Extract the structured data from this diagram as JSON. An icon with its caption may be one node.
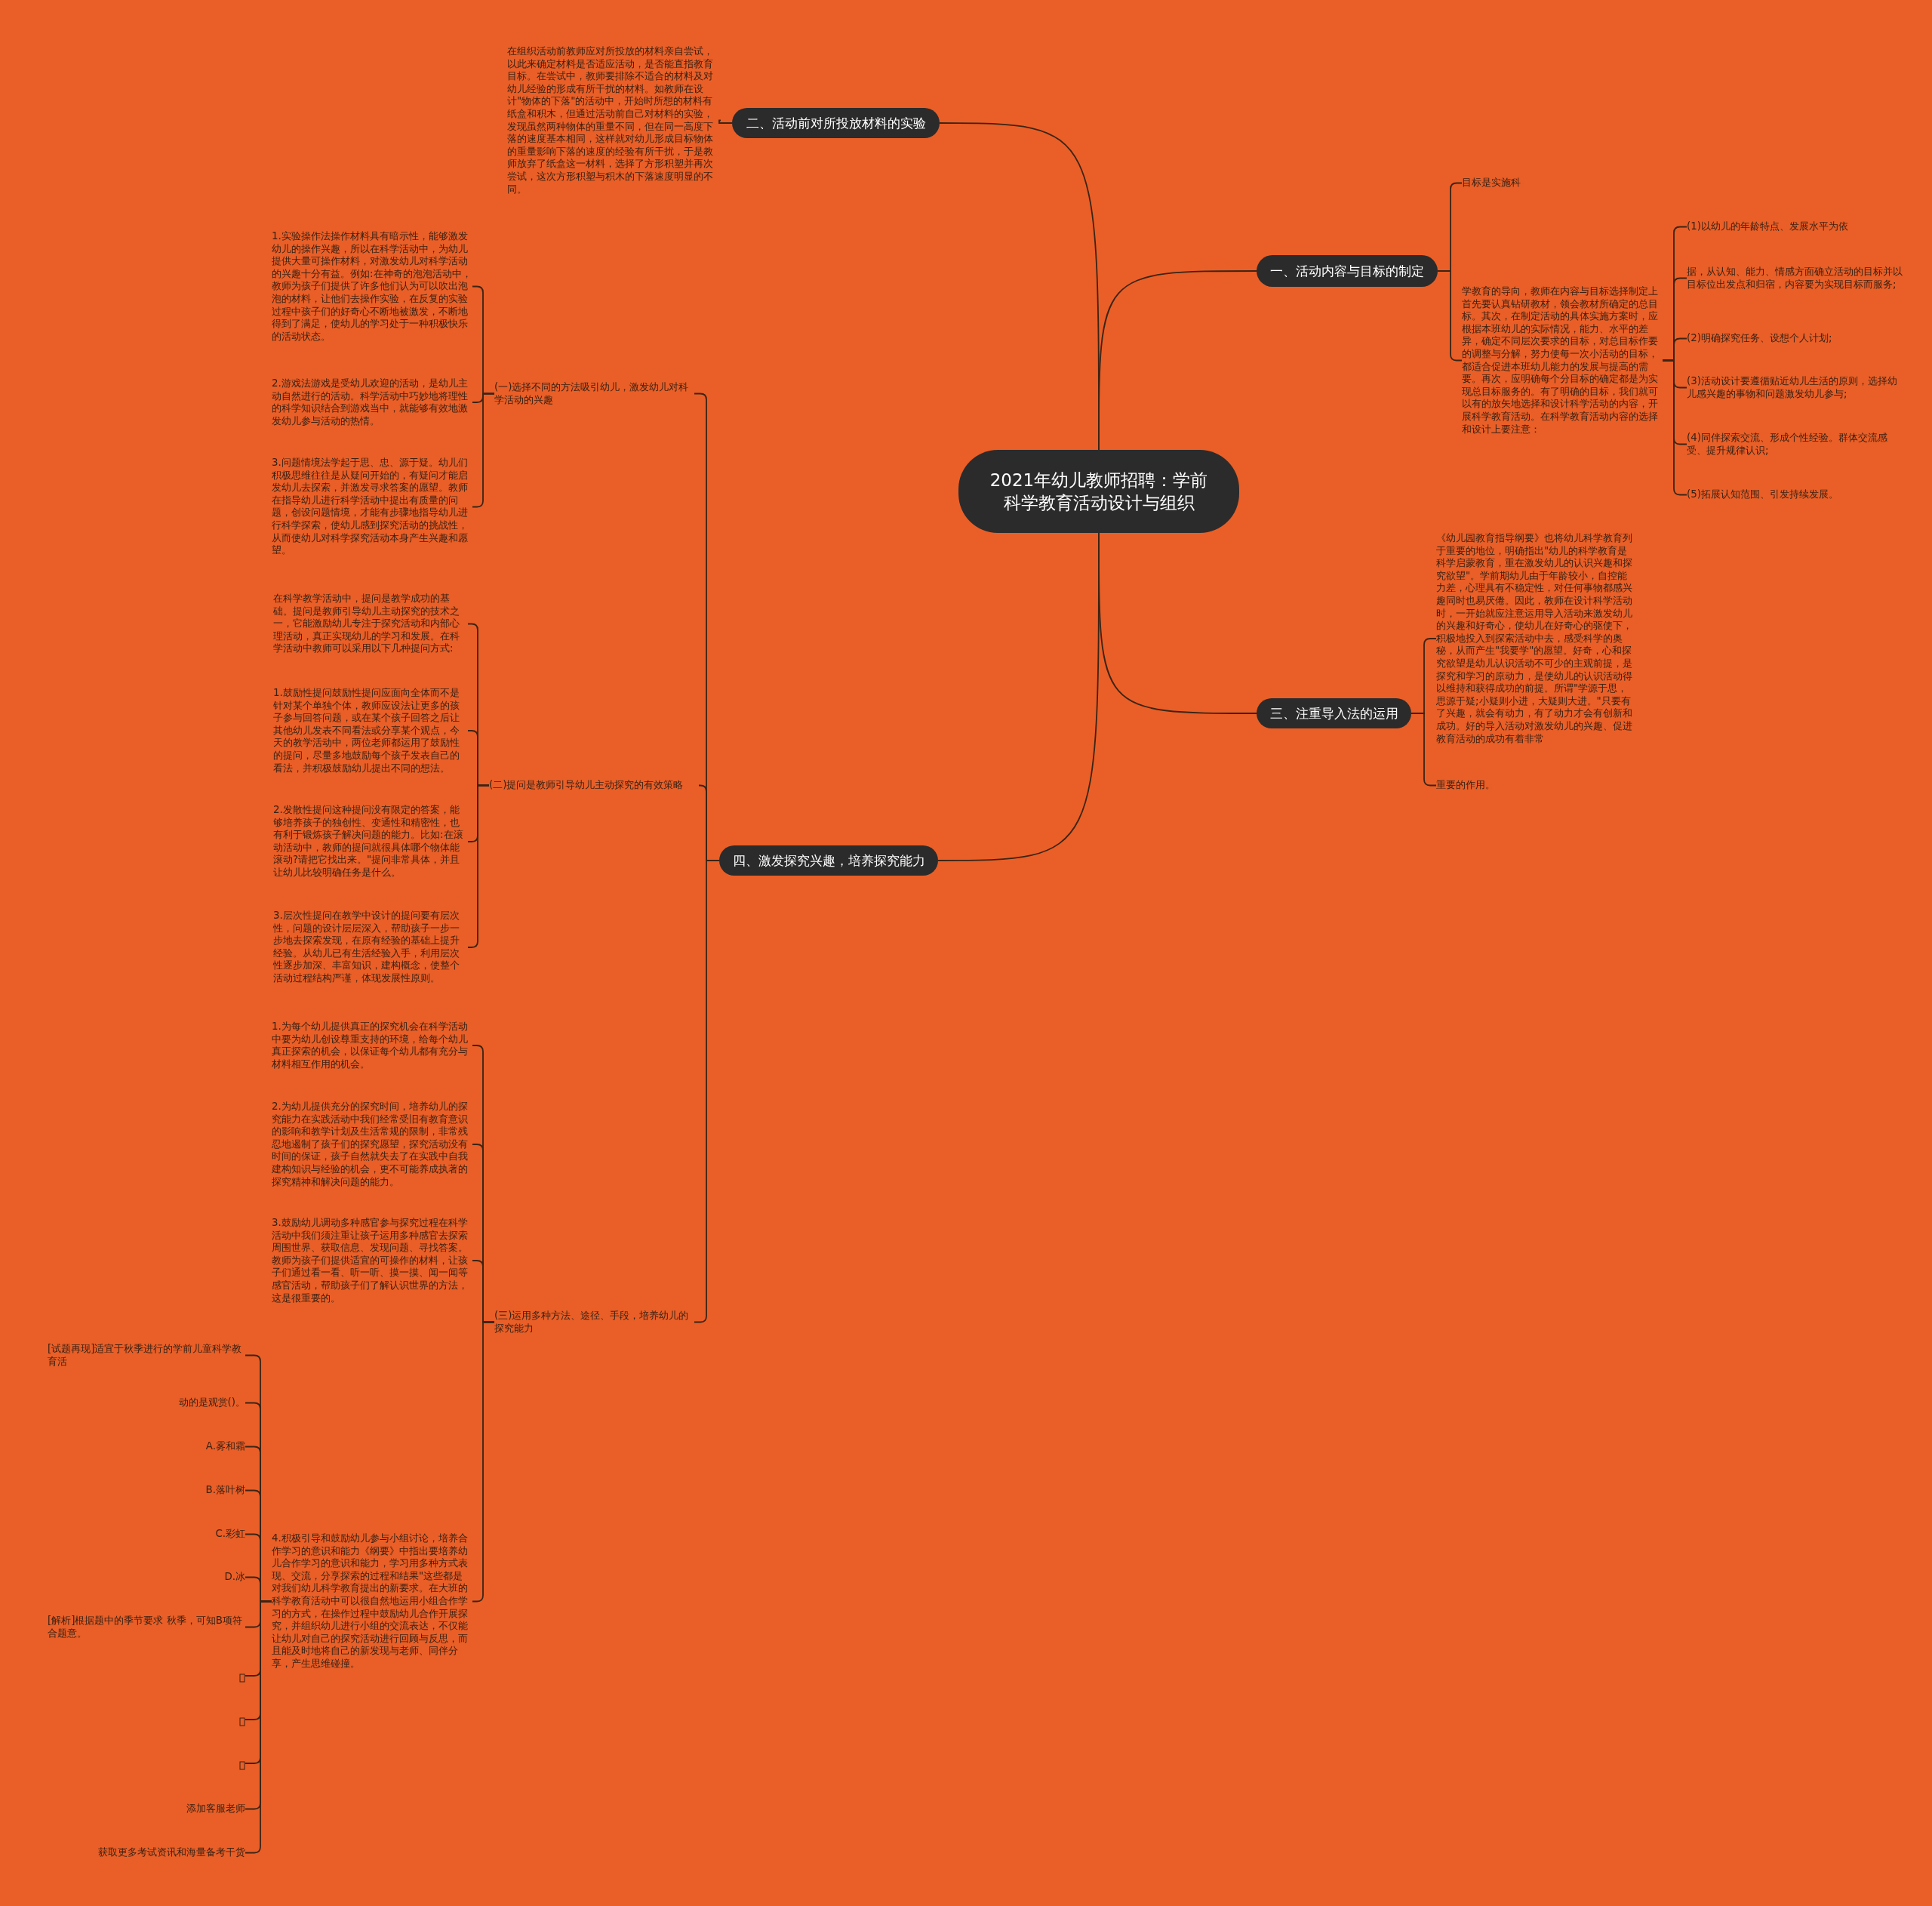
{
  "diagram": {
    "nodes": [
      {
        "text": [
          "2021年幼儿教师招聘：学前科学教育活动设计与组织"
        ]
      },
      {
        "text": [
          "二、活动前对所投放材料的实验"
        ]
      },
      {
        "text": [
          "在组织活动前教师应对所投放的材料亲自尝试，以此来确定材料是否适应活动，是否能直指教育目标。在尝试中，教师要排除不适合的材料及对幼儿经验的形成有所干扰的材料。如教师在设计\"物体的下落\"的活动中，开始时所想的材料有纸盒和积木，但通过活动前自己对材料的实验，发现虽然两种物体的重量不同，但在同一高度下落的速度基本相同，这样就对幼儿形成目标物体的重量影响下落的速度的经验有所干扰，于是教师放弃了纸盒这一材料，选择了方形积塑并再次尝试，这次方形积塑与积木的下落速度明显的不同。"
        ]
      },
      {
        "text": [
          "一、活动内容与目标的制定"
        ]
      },
      {
        "text": [
          "目标是实施科"
        ]
      },
      {
        "text": [
          "学教育的导向，教师在内容与目标选择制定上首先要认真钻研教材，领会教材所确定的总目标。其次，在制定活动的具体实施方案时，应根据本班幼儿的实际情况，能力、水平的差异，确定不同层次要求的目标，对总目标作要的调整与分解，努力使每一次小活动的目标，都适合促进本班幼儿能力的发展与提高的需要。再次，应明确每个分目标的确定都是为实现总目标服务的。有了明确的目标，我们就可以有的放矢地选择和设计科学活动的内容，开展科学教育活动。在科学教育活动内容的选择和设计上要注意："
        ]
      },
      {
        "text": [
          "(1)以幼儿的年龄特点、发展水平为依"
        ]
      },
      {
        "text": [
          "据，从认知、能力、情感方面确立活动的目标并以目标位出发点和归宿，内容要为实现目标而服务;"
        ]
      },
      {
        "text": [
          "(2)明确探究任务、设想个人计划;"
        ]
      },
      {
        "text": [
          "(3)活动设计要遵循贴近幼儿生活的原则，选择幼儿感兴趣的事物和问题激发幼儿参与;"
        ]
      },
      {
        "text": [
          "(4)同伴探索交流、形成个性经验。群体交流感受、提升规律认识;"
        ]
      },
      {
        "text": [
          "(5)拓展认知范围、引发持续发展。"
        ]
      },
      {
        "text": [
          "三、注重导入法的运用"
        ]
      },
      {
        "text": [
          "《幼儿园教育指导纲要》也将幼儿科学教育列于重要的地位，明确指出\"幼儿的科学教育是科学启蒙教育，重在激发幼儿的认识兴趣和探究欲望\"。学前期幼儿由于年龄较小，自控能力差，心理具有不稳定性，对任何事物都感兴趣同时也易厌倦。因此，教师在设计科学活动时，一开始就应注意运用导入活动来激发幼儿的兴趣和好奇心，使幼儿在好奇心的驱使下，积极地投入到探索活动中去，感受科学的奥秘，从而产生\"我要学\"的愿望。好奇，心和探究欲望是幼儿认识活动不可少的主观前提，是探究和学习的原动力，是使幼儿的认识活动得以维持和获得成功的前提。所谓\"学源于思，思源于疑;小疑则小进，大疑则大进。\"只要有了兴趣，就会有动力，有了动力才会有创新和成功。好的导入活动对激发幼儿的兴趣、促进教育活动的成功有着非常"
        ]
      },
      {
        "text": [
          "重要的作用。"
        ]
      },
      {
        "text": [
          "四、激发探究兴趣，培养探究能力"
        ]
      },
      {
        "text": [
          "(一)选择不同的方法吸引幼儿，激发幼儿对科学活动的兴趣"
        ]
      },
      {
        "text": [
          "1.实验操作法操作材料具有暗示性，能够激发幼儿的操作兴趣，所以在科学活动中，为幼儿提供大量可操作材料，对激发幼儿对科学活动的兴趣十分有益。例如:在神奇的泡泡活动中，教师为孩子们提供了许多他们认为可以吹出泡泡的材料，让他们去操作实验，在反复的实验过程中孩子们的好奇心不断地被激发，不断地得到了满足，使幼儿的学习处于一种积极快乐的活动状态。"
        ]
      },
      {
        "text": [
          "2.游戏法游戏是受幼儿欢迎的活动，是幼儿主动自然进行的活动。科学活动中巧妙地将理性的科学知识结合到游戏当中，就能够有效地激发幼儿参与活动的热情。"
        ]
      },
      {
        "text": [
          "3.问题情境法学起于思、忠、源于疑。幼儿们积极思维往往是从疑问开始的，有疑问才能启发幼儿去探索，并激发寻求答案的愿望。教师在指导幼儿进行科学活动中提出有质量的问题，创设问题情境，才能有步骤地指导幼儿进行科学探索，使幼儿感到探究活动的挑战性，从而使幼儿对科学探究活动本身产生兴趣和愿望。"
        ]
      },
      {
        "text": [
          "(二)提问是教师引导幼儿主动探究的有效策略"
        ]
      },
      {
        "text": [
          "在科学教学活动中，提问是教学成功的基础。提问是教师引导幼儿主动探究的技术之一，它能激励幼儿专注于探究活动和内部心理活动，真正实现幼儿的学习和发展。在科学活动中教师可以采用以下几种提问方式:"
        ]
      },
      {
        "text": [
          "1.鼓励性提问鼓励性提问应面向全体而不是针对某个单独个体，教师应设法让更多的孩子参与回答问题，或在某个孩子回答之后让其他幼儿发表不同看法或分享某个观点，今天的教学活动中，两位老师都运用了鼓励性的提问，尽量多地鼓励每个孩子发表自己的看法，并积极鼓励幼儿提出不同的想法。"
        ]
      },
      {
        "text": [
          "2.发散性提问这种提问没有限定的答案，能够培养孩子的独创性、变通性和精密性，也有利于锻炼孩子解决问题的能力。比如:在滚动活动中，教师的提问就很具体哪个物体能滚动?请把它找出来。\"提问非常具体，并且让幼儿比较明确任务是什么。"
        ]
      },
      {
        "text": [
          "3.层次性提问在教学中设计的提问要有层次性，问题的设计层层深入，帮助孩子一步一步地去探索发现，在原有经验的基础上提升经验。从幼儿已有生活经验入手，利用层次性逐步加深、丰富知识，建构概念，使整个活动过程结构严谨，体现发展性原则。"
        ]
      },
      {
        "text": [
          "(三)运用多种方法、途径、手段，培养幼儿的探究能力"
        ]
      },
      {
        "text": [
          "1.为每个幼儿提供真正的探究机会在科学活动中要为幼儿创设尊重支持的环境，给每个幼儿真正探索的机会，以保证每个幼儿都有充分与材料相互作用的机会。"
        ]
      },
      {
        "text": [
          "2.为幼儿提供充分的探究时间，培养幼儿的探究能力在实践活动中我们经常受旧有教育意识的影响和教学计划及生活常规的限制，非常残忍地遏制了孩子们的探究愿望，探究活动没有时间的保证，孩子自然就失去了在实践中自我建构知识与经验的机会，更不可能养成执著的探究精神和解决问题的能力。"
        ]
      },
      {
        "text": [
          "3.鼓励幼儿调动多种感官参与探究过程在科学活动中我们须注重让孩子运用多种感官去探索周围世界、获取信息、发现问题、寻找答案。教师为孩子们提供适宜的可操作的材料，让孩子们通过看一看、听一听、摸一摸、闻一闻等感官活动，帮助孩子们了解认识世界的方法，这是很重要的。"
        ]
      },
      {
        "text": [
          "4.积极引导和鼓励幼儿参与小组讨论，培养合作学习的意识和能力《纲要》中指出要培养幼儿合作学习的意识和能力，学习用多种方式表现、交流，分享探索的过程和结果\"这些都是对我们幼儿科学教育提出的新要求。在大班的科学教育活动中可以很自然地运用小组合作学习的方式，在操作过程中鼓励幼儿合作开展探究，并组织幼儿进行小组的交流表达，不仅能让幼儿对自己的探究活动进行回顾与反思，而且能及时地将自己的新发现与老师、同伴分享，产生思维碰撞。"
        ]
      },
      {
        "text": [
          "[试题再现]适宜于秋季进行的学前儿童科学教育活"
        ]
      },
      {
        "text": [
          "动的是观赏()。"
        ]
      },
      {
        "text": [
          "A.雾和霜"
        ]
      },
      {
        "text": [
          "B.落叶树"
        ]
      },
      {
        "text": [
          "C.彩虹"
        ]
      },
      {
        "text": [
          "D.冰"
        ]
      },
      {
        "text": [
          "[解析]根据题中的季节要求 秋季，可知B项符合题意。"
        ]
      },
      {
        "text": [],
        "shape": "box"
      },
      {
        "text": [],
        "shape": "box"
      },
      {
        "text": [],
        "shape": "box"
      },
      {
        "text": [
          "添加客服老师"
        ]
      },
      {
        "text": [
          "获取更多考试资讯和海量备考干货"
        ]
      }
    ],
    "edges": [
      {
        "from": 0,
        "to": 1,
        "arrow": "none"
      },
      {
        "from": 1,
        "to": 2,
        "arrow": "none"
      },
      {
        "from": 0,
        "to": 3,
        "arrow": "none"
      },
      {
        "from": 3,
        "to": 4,
        "arrow": "none"
      },
      {
        "from": 3,
        "to": 5,
        "arrow": "none"
      },
      {
        "from": 5,
        "to": 6,
        "arrow": "none"
      },
      {
        "from": 5,
        "to": 7,
        "arrow": "none"
      },
      {
        "from": 5,
        "to": 8,
        "arrow": "none"
      },
      {
        "from": 5,
        "to": 9,
        "arrow": "none"
      },
      {
        "from": 5,
        "to": 10,
        "arrow": "none"
      },
      {
        "from": 5,
        "to": 11,
        "arrow": "none"
      },
      {
        "from": 0,
        "to": 12,
        "arrow": "none"
      },
      {
        "from": 12,
        "to": 13,
        "arrow": "none"
      },
      {
        "from": 12,
        "to": 14,
        "arrow": "none"
      },
      {
        "from": 0,
        "to": 15,
        "arrow": "none"
      },
      {
        "from": 15,
        "to": 16,
        "arrow": "none"
      },
      {
        "from": 16,
        "to": 17,
        "arrow": "none"
      },
      {
        "from": 16,
        "to": 18,
        "arrow": "none"
      },
      {
        "from": 16,
        "to": 19,
        "arrow": "none"
      },
      {
        "from": 15,
        "to": 20,
        "arrow": "none"
      },
      {
        "from": 20,
        "to": 21,
        "arrow": "none"
      },
      {
        "from": 20,
        "to": 22,
        "arrow": "none"
      },
      {
        "from": 20,
        "to": 23,
        "arrow": "none"
      },
      {
        "from": 20,
        "to": 24,
        "arrow": "none"
      },
      {
        "from": 15,
        "to": 25,
        "arrow": "none"
      },
      {
        "from": 25,
        "to": 26,
        "arrow": "none"
      },
      {
        "from": 25,
        "to": 27,
        "arrow": "none"
      },
      {
        "from": 25,
        "to": 28,
        "arrow": "none"
      },
      {
        "from": 25,
        "to": 29,
        "arrow": "none"
      },
      {
        "from": 29,
        "to": 30,
        "arrow": "none"
      },
      {
        "from": 29,
        "to": 31,
        "arrow": "none"
      },
      {
        "from": 29,
        "to": 32,
        "arrow": "none"
      },
      {
        "from": 29,
        "to": 33,
        "arrow": "none"
      },
      {
        "from": 29,
        "to": 34,
        "arrow": "none"
      },
      {
        "from": 29,
        "to": 35,
        "arrow": "none"
      },
      {
        "from": 29,
        "to": 36,
        "arrow": "none"
      },
      {
        "from": 29,
        "to": 37,
        "arrow": "none"
      },
      {
        "from": 29,
        "to": 38,
        "arrow": "none"
      },
      {
        "from": 29,
        "to": 39,
        "arrow": "none"
      },
      {
        "from": 29,
        "to": 40,
        "arrow": "none"
      },
      {
        "from": 29,
        "to": 41,
        "arrow": "none"
      }
    ]
  }
}
